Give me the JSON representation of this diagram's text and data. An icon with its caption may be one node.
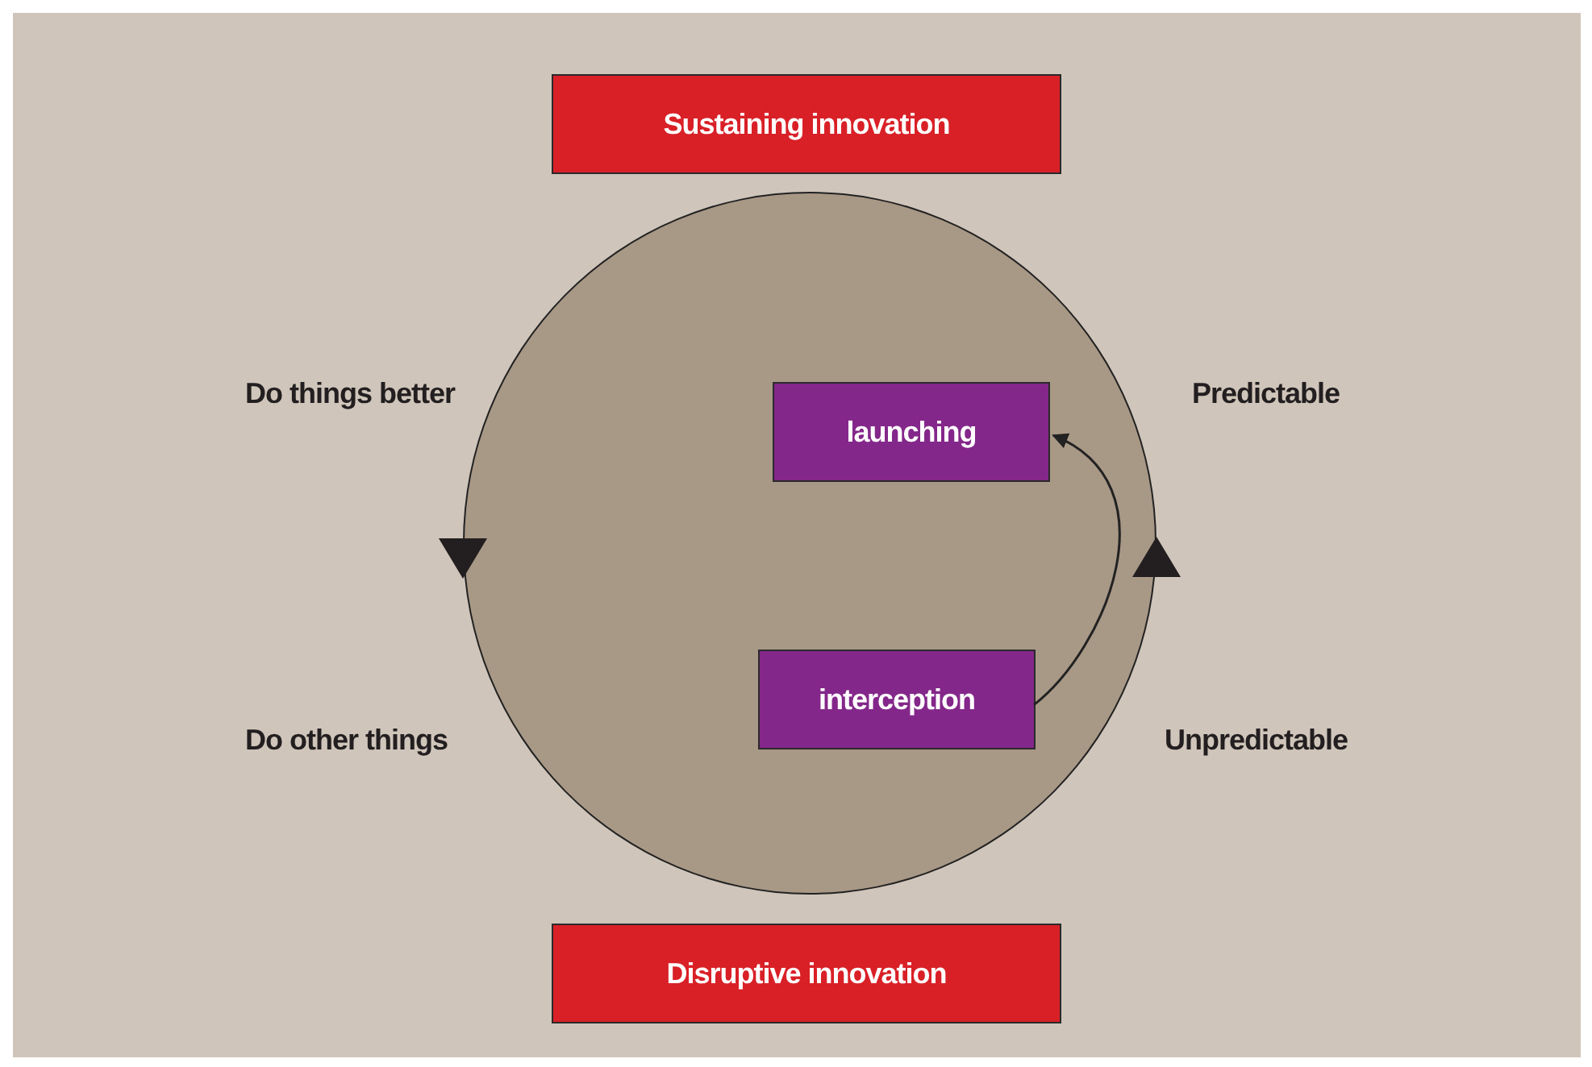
{
  "diagram": {
    "nodes": [
      {
        "text": [
          "Sustaining innovation"
        ]
      },
      {
        "text": [],
        "shape": "circle"
      },
      {
        "text": [
          "launching"
        ],
        "in": 1
      },
      {
        "text": [
          "interception"
        ],
        "in": 1
      },
      {
        "text": [
          "Disruptive innovation"
        ]
      }
    ],
    "edges": [
      {
        "from": 3,
        "to": 2,
        "arrow": "to"
      }
    ],
    "labels": [
      "Do things better",
      "Predictable",
      "Do other things",
      "Unpredictable"
    ]
  }
}
